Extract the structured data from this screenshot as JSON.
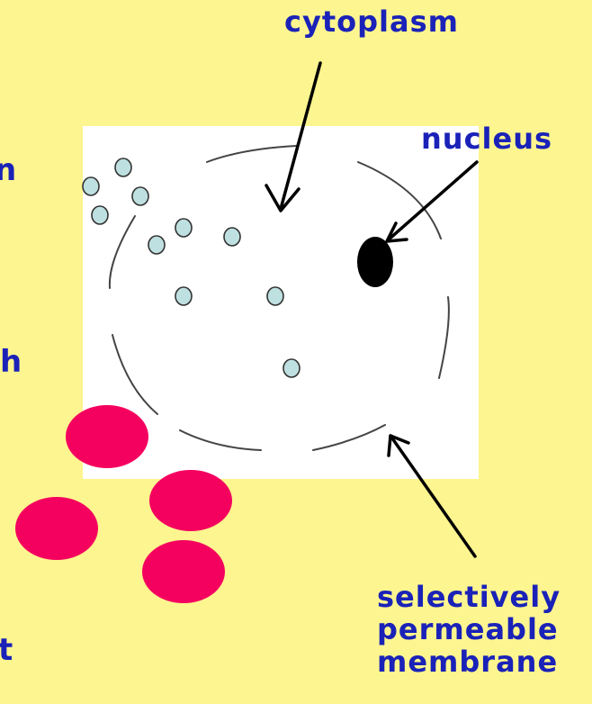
{
  "labels": {
    "cytoplasm": "cytoplasm",
    "nucleus": "nucleus",
    "membrane_line1": "selectively",
    "membrane_line2": "permeable",
    "membrane_line3": "membrane"
  },
  "clipped_text": {
    "left_1": "n",
    "left_2": "h",
    "left_3": "t"
  },
  "colors": {
    "background": "#fdf58f",
    "text": "#1a22b8",
    "cell_panel": "#ffffff",
    "small_particles": "#bfe0e0",
    "large_particles": "#f4005f",
    "nucleus": "#000000"
  }
}
